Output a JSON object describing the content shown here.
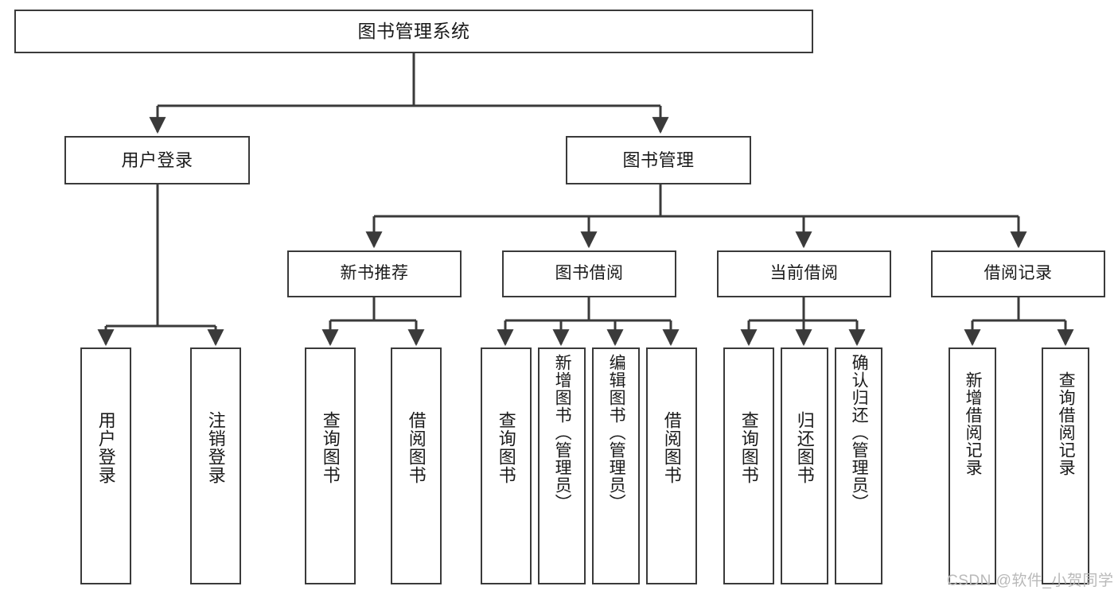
{
  "diagram": {
    "title": "图书管理系统",
    "type": "tree-hierarchy",
    "watermark": "CSDN @软件_小贺同学",
    "colors": {
      "box_border": "#3a3a3a",
      "box_fill": "#ffffff",
      "connector": "#3a3a3a",
      "text": "#1a1a1a",
      "watermark": "#b9b9b9"
    },
    "nodes": {
      "root": {
        "label": "图书管理系统"
      },
      "level2": [
        {
          "label": "用户登录"
        },
        {
          "label": "图书管理"
        }
      ],
      "level3": [
        {
          "label": "新书推荐"
        },
        {
          "label": "图书借阅"
        },
        {
          "label": "当前借阅"
        },
        {
          "label": "借阅记录"
        }
      ],
      "leaves": {
        "user_login": [
          {
            "label": "用户登录"
          },
          {
            "label": "注销登录"
          }
        ],
        "new_book_recommend": [
          {
            "label": "查询图书"
          },
          {
            "label": "借阅图书"
          }
        ],
        "book_borrow": [
          {
            "label": "查询图书"
          },
          {
            "label": "新增图书（管理员）"
          },
          {
            "label": "编辑图书（管理员）"
          },
          {
            "label": "借阅图书"
          }
        ],
        "current_borrow": [
          {
            "label": "查询图书"
          },
          {
            "label": "归还图书"
          },
          {
            "label": "确认归还（管理员）"
          }
        ],
        "borrow_record": [
          {
            "label": "新增借阅记录"
          },
          {
            "label": "查询借阅记录"
          }
        ]
      }
    }
  }
}
